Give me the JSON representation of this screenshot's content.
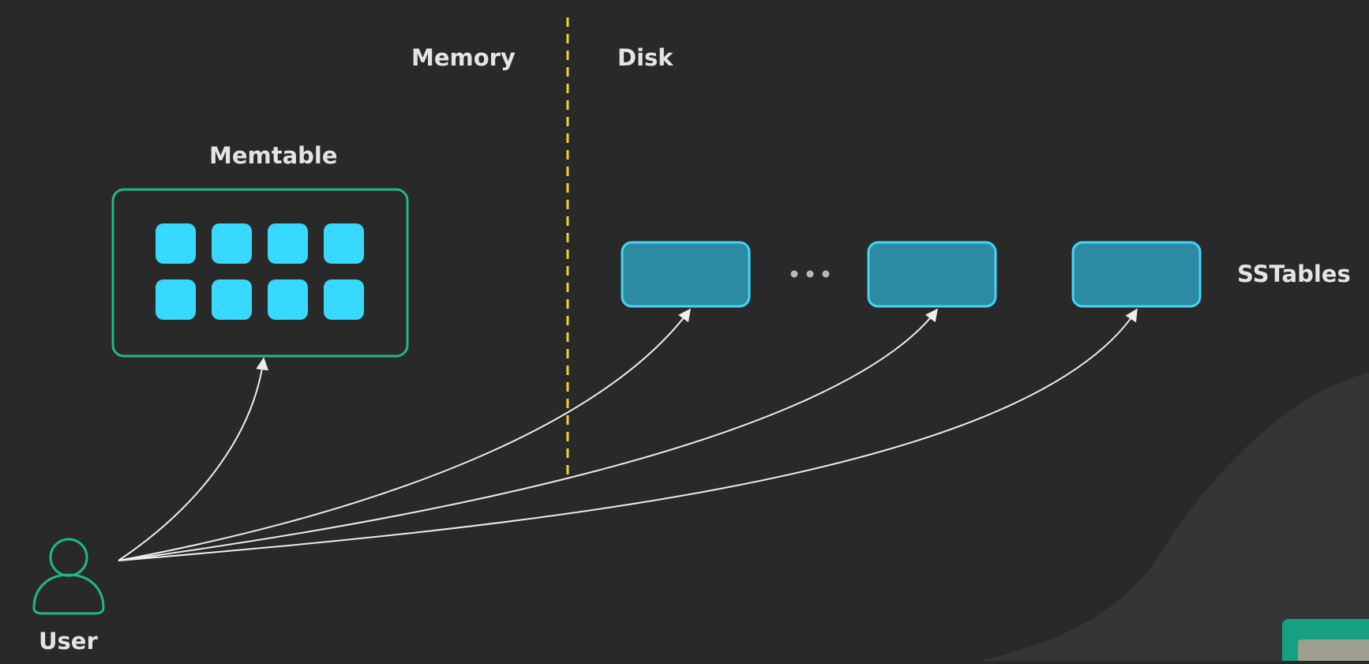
{
  "labels": {
    "memory": "Memory",
    "disk": "Disk",
    "memtable": "Memtable",
    "sstables": "SSTables",
    "user": "User"
  },
  "colors": {
    "background": "#292929",
    "memtable_border": "#20b887",
    "memtable_cell": "#38d9ff",
    "sstable_fill": "#2d8aa3",
    "sstable_border": "#45d4f5",
    "divider": "#f2d22e",
    "arrow": "#ededed",
    "user_icon": "#20b887",
    "ellipsis": "#b8b8b8"
  },
  "icons": {
    "user": "user-icon",
    "ellipsis": "ellipsis-icon"
  },
  "memtable": {
    "rows": 2,
    "columns": 4
  },
  "sstables": {
    "visible_count": 3,
    "gap_marker": "ellipsis"
  },
  "divider": {
    "style": "dashed",
    "separates": [
      "Memory",
      "Disk"
    ]
  },
  "arrows": [
    {
      "from": "User",
      "to": "Memtable"
    },
    {
      "from": "User",
      "to": "SSTable 1"
    },
    {
      "from": "User",
      "to": "SSTable 2"
    },
    {
      "from": "User",
      "to": "SSTable 3"
    }
  ]
}
